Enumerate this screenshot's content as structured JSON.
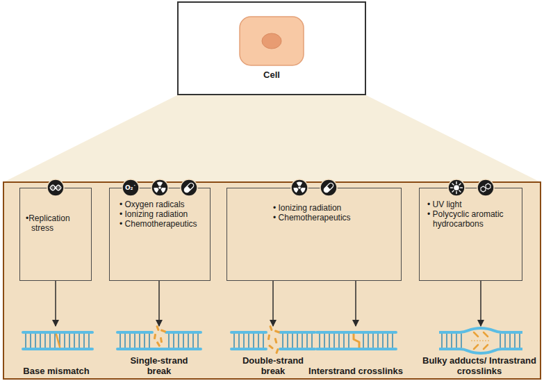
{
  "diagram": {
    "nodes": [
      {
        "text": [
          "Cell"
        ]
      },
      {
        "text": [
          "•Replication stress"
        ]
      },
      {
        "text": [
          "• Oxygen radicals",
          "• Ionizing radiation",
          "• Chemotherapeutics"
        ]
      },
      {
        "text": [
          "• Ionizing radiation",
          "• Chemotherapeutics"
        ]
      },
      {
        "text": [
          "• UV light",
          "• Polycyclic aromatic hydrocarbons"
        ]
      },
      {
        "text": [
          "Base mismatch"
        ]
      },
      {
        "text": [
          "Single-strand break"
        ]
      },
      {
        "text": [
          "Double-strand break"
        ]
      },
      {
        "text": [
          "Interstrand crosslinks"
        ]
      },
      {
        "text": [
          "Bulky adducts/ Intrastrand crosslinks"
        ]
      }
    ],
    "edges": [
      {
        "from": 1,
        "to": 5,
        "arrow": "to"
      },
      {
        "from": 2,
        "to": 6,
        "arrow": "to"
      },
      {
        "from": 3,
        "to": 7,
        "arrow": "to"
      },
      {
        "from": 3,
        "to": 8,
        "arrow": "to"
      },
      {
        "from": 4,
        "to": 9,
        "arrow": "to"
      }
    ],
    "labels": [
      "O₂˙"
    ]
  }
}
